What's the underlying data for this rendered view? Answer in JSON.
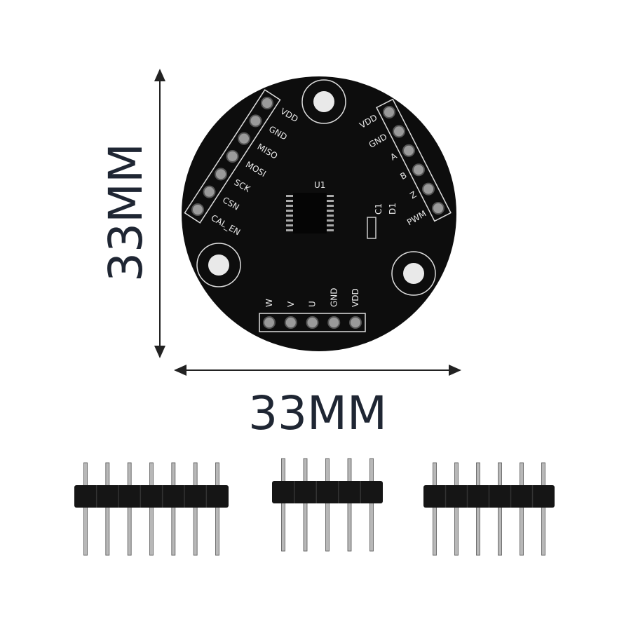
{
  "dimensions": {
    "height_label": "33MM",
    "width_label": "33MM"
  },
  "board": {
    "chip_label": "U1",
    "cap_label": "C1",
    "diode_label": "D1",
    "left_header": [
      "VDD",
      "GND",
      "MISO",
      "MOSI",
      "SCK",
      "CSN",
      "CAL_EN"
    ],
    "right_header": [
      "VDD",
      "GND",
      "A",
      "B",
      "Z",
      "PWM"
    ],
    "bottom_header": [
      "W",
      "V",
      "U",
      "GND",
      "VDD"
    ]
  },
  "pin_headers": [
    7,
    5,
    6
  ],
  "colors": {
    "pcb": "#0d0d0d",
    "silkscreen": "#e8e8e8",
    "dimension_text": "#1f2633",
    "pin_metal": "#b8b8b8"
  }
}
